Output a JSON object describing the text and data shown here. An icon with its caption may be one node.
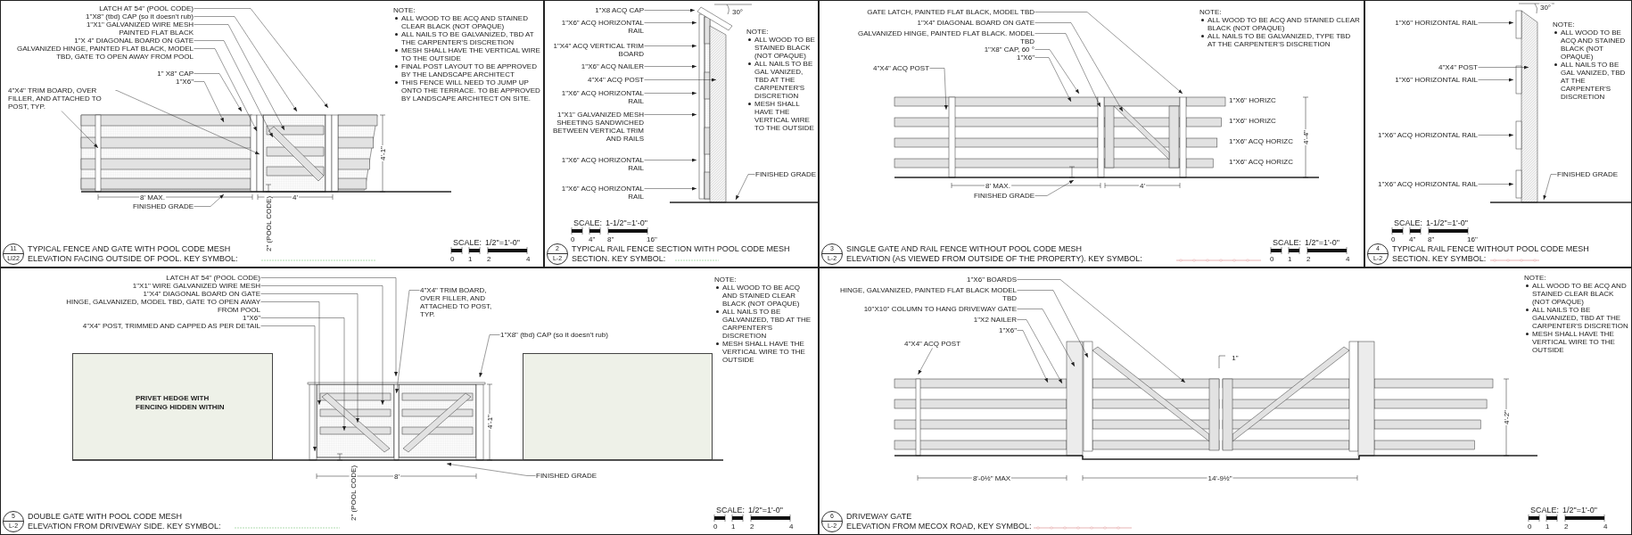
{
  "diagram": {
    "nodes": [
      {
        "text": [
          "TYPICAL FENCE AND GATE WITH POOL CODE MESH",
          "ELEVATION FACING OUTSIDE OF POOL.  KEY SYMBOL:"
        ]
      },
      {
        "text": [
          "11",
          "LI22"
        ],
        "in": 0
      },
      {
        "text": [
          "LATCH AT 54\" (POOL CODE)"
        ],
        "in": 0
      },
      {
        "text": [
          "1\"X8\" (tbd) CAP (so it doesn't rub)"
        ],
        "in": 0
      },
      {
        "text": [
          "1\"X1\"  GALVANIZED WIRE MESH PAINTED FLAT BLACK"
        ],
        "in": 0
      },
      {
        "text": [
          "1\"X 4\" DIAGONAL BOARD ON GATE"
        ],
        "in": 0
      },
      {
        "text": [
          "GALVANIZED HINGE, PAINTED FLAT BLACK, MODEL TBD, GATE TO OPEN AWAY FROM POOL"
        ],
        "in": 0
      },
      {
        "text": [
          "1\" X8\" CAP"
        ],
        "in": 0
      },
      {
        "text": [
          "1\"X6\""
        ],
        "in": 0
      },
      {
        "text": [
          "4\"X4\" TRIM BOARD, OVER FILLER, AND ATTACHED TO POST, TYP."
        ],
        "in": 0
      },
      {
        "text": [
          "FINISHED GRADE"
        ],
        "in": 0
      },
      {
        "text": [
          "TYPICAL RAIL FENCE SECTION WITH POOL CODE MESH",
          "SECTION.  KEY SYMBOL:"
        ]
      },
      {
        "text": [
          "2",
          "L-2"
        ],
        "in": 11
      },
      {
        "text": [
          "1\"X8 ACQ CAP"
        ],
        "in": 11
      },
      {
        "text": [
          "1\"X6\" ACQ HORIZONTAL RAIL"
        ],
        "in": 11
      },
      {
        "text": [
          "1\"X4\" ACQ VERTICAL TRIM BOARD"
        ],
        "in": 11
      },
      {
        "text": [
          "1\"X6\" ACQ NAILER"
        ],
        "in": 11
      },
      {
        "text": [
          "4\"X4\" ACQ POST"
        ],
        "in": 11
      },
      {
        "text": [
          "1\"X6\" ACQ HORIZONTAL RAIL"
        ],
        "in": 11
      },
      {
        "text": [
          "1\"X1\" GALVANIZED MESH SHEETING SANDWICHED BETWEEN VERTICAL TRIM AND RAILS"
        ],
        "in": 11
      },
      {
        "text": [
          "1\"X6\" ACQ HORIZONTAL RAIL"
        ],
        "in": 11
      },
      {
        "text": [
          "1\"X6\" ACQ HORIZONTAL RAIL"
        ],
        "in": 11
      },
      {
        "text": [
          "FINISHED GRADE"
        ],
        "in": 11
      },
      {
        "text": [
          "SINGLE GATE AND RAIL FENCE WITHOUT POOL CODE MESH",
          "ELEVATION (AS VIEWED FROM OUTSIDE OF THE PROPERTY).  KEY SYMBOL:"
        ]
      },
      {
        "text": [
          "3",
          "L-2"
        ],
        "in": 23
      },
      {
        "text": [
          "GATE LATCH, PAINTED FLAT BLACK, MODEL TBD"
        ],
        "in": 23
      },
      {
        "text": [
          "1\"X4\" DIAGONAL BOARD ON GATE"
        ],
        "in": 23
      },
      {
        "text": [
          "GALVANIZED HINGE, PAINTED FLAT BLACK.  MODEL TBD"
        ],
        "in": 23
      },
      {
        "text": [
          "1\"X8\" CAP, 60 °"
        ],
        "in": 23
      },
      {
        "text": [
          "4\"X4\" ACQ POST"
        ],
        "in": 23
      },
      {
        "text": [
          "1\"X6\""
        ],
        "in": 23
      },
      {
        "text": [
          "FINISHED GRADE"
        ],
        "in": 23
      },
      {
        "text": [
          "TYPICAL RAIL FENCE WITHOUT POOL CODE MESH",
          "SECTION. KEY SYMBOL:"
        ]
      },
      {
        "text": [
          "4",
          "L-2"
        ],
        "in": 32
      },
      {
        "text": [
          "1\"X6\"  HORIZONTAL RAIL"
        ],
        "in": 32
      },
      {
        "text": [
          "4\"X4\"  POST"
        ],
        "in": 32
      },
      {
        "text": [
          "1\"X6\"  HORIZONTAL RAIL"
        ],
        "in": 32
      },
      {
        "text": [
          "1\"X6\" ACQ HORIZONTAL RAIL"
        ],
        "in": 32
      },
      {
        "text": [
          "1\"X6\" ACQ HORIZONTAL RAIL"
        ],
        "in": 32
      },
      {
        "text": [
          "FINISHED GRADE"
        ],
        "in": 32
      },
      {
        "text": [
          "DOUBLE GATE WITH POOL CODE MESH",
          "ELEVATION FROM DRIVEWAY SIDE.  KEY SYMBOL:"
        ]
      },
      {
        "text": [
          "5",
          "L-2"
        ],
        "in": 40
      },
      {
        "text": [
          "LATCH AT 54\" (POOL CODE)"
        ],
        "in": 40
      },
      {
        "text": [
          "1\"X1\" WIRE GALVANIZED WIRE MESH"
        ],
        "in": 40
      },
      {
        "text": [
          "1\"X4\" DIAGONAL BOARD ON GATE"
        ],
        "in": 40
      },
      {
        "text": [
          "HINGE, GALVANIZED, MODEL TBD, GATE TO OPEN AWAY FROM POOL"
        ],
        "in": 40
      },
      {
        "text": [
          "1\"X6\""
        ],
        "in": 40
      },
      {
        "text": [
          "4\"X4\"  POST, TRIMMED AND CAPPED AS PER DETAIL"
        ],
        "in": 40
      },
      {
        "text": [
          "1\"X8\" (tbd) CAP (so it doesn't rub)"
        ],
        "in": 40
      },
      {
        "text": [
          "4\"X4\" TRIM BOARD, OVER FILLER, AND ATTACHED TO POST, TYP."
        ],
        "in": 40
      },
      {
        "text": [
          "PRIVET HEDGE WITH FENCING HIDDEN WITHIN"
        ],
        "in": 40
      },
      {
        "text": [],
        "shape": "box",
        "in": 40
      },
      {
        "text": [
          "FINISHED GRADE"
        ],
        "in": 40
      },
      {
        "text": [
          "DRIVEWAY GATE",
          "ELEVATION FROM MECOX ROAD, KEY SYMBOL:"
        ]
      },
      {
        "text": [
          "6",
          "L-2"
        ],
        "in": 53
      },
      {
        "text": [
          "1\"X6\" BOARDS"
        ],
        "in": 53
      },
      {
        "text": [
          "HINGE, GALVANIZED, PAINTED FLAT BLACK MODEL TBD"
        ],
        "in": 53
      },
      {
        "text": [
          "10\"X10\" COLUMN TO HANG DRIVEWAY GATE"
        ],
        "in": 53
      },
      {
        "text": [
          "1\"X2 NAILER"
        ],
        "in": 53
      },
      {
        "text": [
          "1\"X6\""
        ],
        "in": 53
      },
      {
        "text": [
          "4\"X4\" ACQ POST"
        ],
        "in": 53
      }
    ],
    "edges": [
      {
        "from": 2,
        "to": null,
        "arrow": "to"
      },
      {
        "from": 3,
        "to": null,
        "arrow": "to"
      },
      {
        "from": 4,
        "to": null,
        "arrow": "to"
      },
      {
        "from": 5,
        "to": null,
        "arrow": "to"
      },
      {
        "from": 6,
        "to": null,
        "arrow": "to"
      },
      {
        "from": 7,
        "to": null,
        "arrow": "to"
      },
      {
        "from": 8,
        "to": null,
        "arrow": "to"
      },
      {
        "from": 9,
        "to": null,
        "arrow": "to"
      },
      {
        "from": 9,
        "to": null,
        "arrow": "to"
      },
      {
        "from": 10,
        "to": null,
        "arrow": "to"
      },
      {
        "from": 13,
        "to": null,
        "arrow": "to"
      },
      {
        "from": 14,
        "to": null,
        "arrow": "to"
      },
      {
        "from": 15,
        "to": null,
        "arrow": "to"
      },
      {
        "from": 16,
        "to": null,
        "arrow": "to"
      },
      {
        "from": 17,
        "to": null,
        "arrow": "to"
      },
      {
        "from": 18,
        "to": null,
        "arrow": "to"
      },
      {
        "from": 19,
        "to": null,
        "arrow": "to"
      },
      {
        "from": 20,
        "to": null,
        "arrow": "to"
      },
      {
        "from": 21,
        "to": null,
        "arrow": "to"
      },
      {
        "from": 22,
        "to": null,
        "arrow": "to"
      },
      {
        "from": 25,
        "to": null,
        "arrow": "to"
      },
      {
        "from": 26,
        "to": null,
        "arrow": "to"
      },
      {
        "from": 27,
        "to": null,
        "arrow": "to"
      },
      {
        "from": 28,
        "to": null,
        "arrow": "to"
      },
      {
        "from": 29,
        "to": null,
        "arrow": "to"
      },
      {
        "from": 30,
        "to": null,
        "arrow": "to"
      },
      {
        "from": 31,
        "to": null,
        "arrow": "to"
      },
      {
        "from": 34,
        "to": null,
        "arrow": "to"
      },
      {
        "from": 35,
        "to": null,
        "arrow": "to"
      },
      {
        "from": 36,
        "to": null,
        "arrow": "to"
      },
      {
        "from": 37,
        "to": null,
        "arrow": "to"
      },
      {
        "from": 38,
        "to": null,
        "arrow": "to"
      },
      {
        "from": 39,
        "to": null,
        "arrow": "to"
      },
      {
        "from": 42,
        "to": null,
        "arrow": "to"
      },
      {
        "from": 43,
        "to": null,
        "arrow": "to"
      },
      {
        "from": 44,
        "to": null,
        "arrow": "to"
      },
      {
        "from": 45,
        "to": null,
        "arrow": "to"
      },
      {
        "from": 46,
        "to": null,
        "arrow": "to"
      },
      {
        "from": 47,
        "to": null,
        "arrow": "to"
      },
      {
        "from": 48,
        "to": null,
        "arrow": "to"
      },
      {
        "from": 49,
        "to": null,
        "arrow": "to"
      },
      {
        "from": 52,
        "to": null,
        "arrow": "to"
      },
      {
        "from": 55,
        "to": null,
        "arrow": "to"
      },
      {
        "from": 56,
        "to": null,
        "arrow": "to"
      },
      {
        "from": 57,
        "to": null,
        "arrow": "to"
      },
      {
        "from": 58,
        "to": null,
        "arrow": "to"
      },
      {
        "from": 59,
        "to": null,
        "arrow": "to"
      },
      {
        "from": 60,
        "to": null,
        "arrow": "to"
      }
    ],
    "labels": [
      "8' MAX.",
      "4'",
      "4'-1\"",
      "2\" (POOL CODE)",
      "NOTE:",
      "ALL WOOD TO BE ACQ AND STAINED CLEAR BLACK (NOT OPAQUE)",
      "ALL NAILS TO BE GALVANIZED, TBD AT THE CARPENTER'S DISCRETION",
      "MESH SHALL HAVE THE VERTICAL WIRE TO THE OUTSIDE",
      "FINAL POST LAYOUT TO BE APPROVED BY THE LANDSCAPE ARCHITECT",
      "THIS FENCE WILL NEED TO JUMP UP ONTO THE TERRACE.  TO BE APPROVED BY LANDSCAPE ARCHITECT ON SITE.",
      "SCALE:",
      "1/2\"=1'-0\"",
      "0",
      "1",
      "2",
      "4",
      "30°",
      "NOTE:",
      "ALL WOOD TO BE STAINED BLACK (NOT OPAQUE)",
      "ALL NAILS TO BE GAL VANIZED, TBD AT THE CARPENTER'S DISCRETION",
      "MESH SHALL HAVE THE VERTICAL WIRE TO THE OUTSIDE",
      "SCALE:",
      "1-1/2\"=1'-0\"",
      "0",
      "4\"",
      "8\"",
      "16\"",
      "1\"X6\" HORIZC",
      "1\"X6\" HORIZC",
      "1\"X6\" ACQ HORIZC",
      "1\"X6\" ACQ HORIZC",
      "4'-4\"",
      "8' MAX.",
      "4'",
      "NOTE:",
      "ALL WOOD TO BE ACQ AND STAINED CLEAR BLACK (NOT OPAQUE)",
      "ALL NAILS TO BE GALVANIZED, TYPE TBD AT THE CARPENTER'S DISCRETION",
      "SCALE:",
      "1/2\"=1'-0\"",
      "0",
      "1",
      "2",
      "4",
      "30°",
      "NOTE:",
      "ALL WOOD TO BE ACQ AND  STAINED BLACK (NOT OPAQUE)",
      "ALL NAILS TO BE GAL VANIZED, TBD AT THE CARPENTER'S DISCRETION",
      "SCALE:",
      "1-1/2\"=1'-0\"",
      "0",
      "4\"",
      "8\"",
      "16\"",
      "4'-1\"",
      "8'",
      "2\" (POOL CODE)",
      "NOTE:",
      "ALL WOOD TO BE ACQ AND  STAINED CLEAR BLACK (NOT OPAQUE)",
      "ALL NAILS TO BE GALVANIZED, TBD AT THE CARPENTER'S DISCRETION",
      "MESH SHALL HAVE THE VERTICAL WIRE TO THE OUTSIDE",
      "SCALE:",
      "1/2\"=1'-0\"",
      "0",
      "1",
      "2",
      "4",
      "1\"",
      "4'-2\"",
      "8'-0½\" MAX",
      "14'-9½\"",
      "NOTE:",
      "ALL WOOD TO BE ACQ AND STAINED CLEAR BLACK (NOT OPAQUE)",
      "ALL NAILS TO BE GALVANIZED, TBD AT THE CARPENTER'S DISCRETION",
      "MESH SHALL HAVE THE VERTICAL WIRE TO THE OUTSIDE",
      "SCALE:",
      "1/2\"=1'-0\"",
      "0",
      "1",
      "2",
      "4"
    ]
  }
}
